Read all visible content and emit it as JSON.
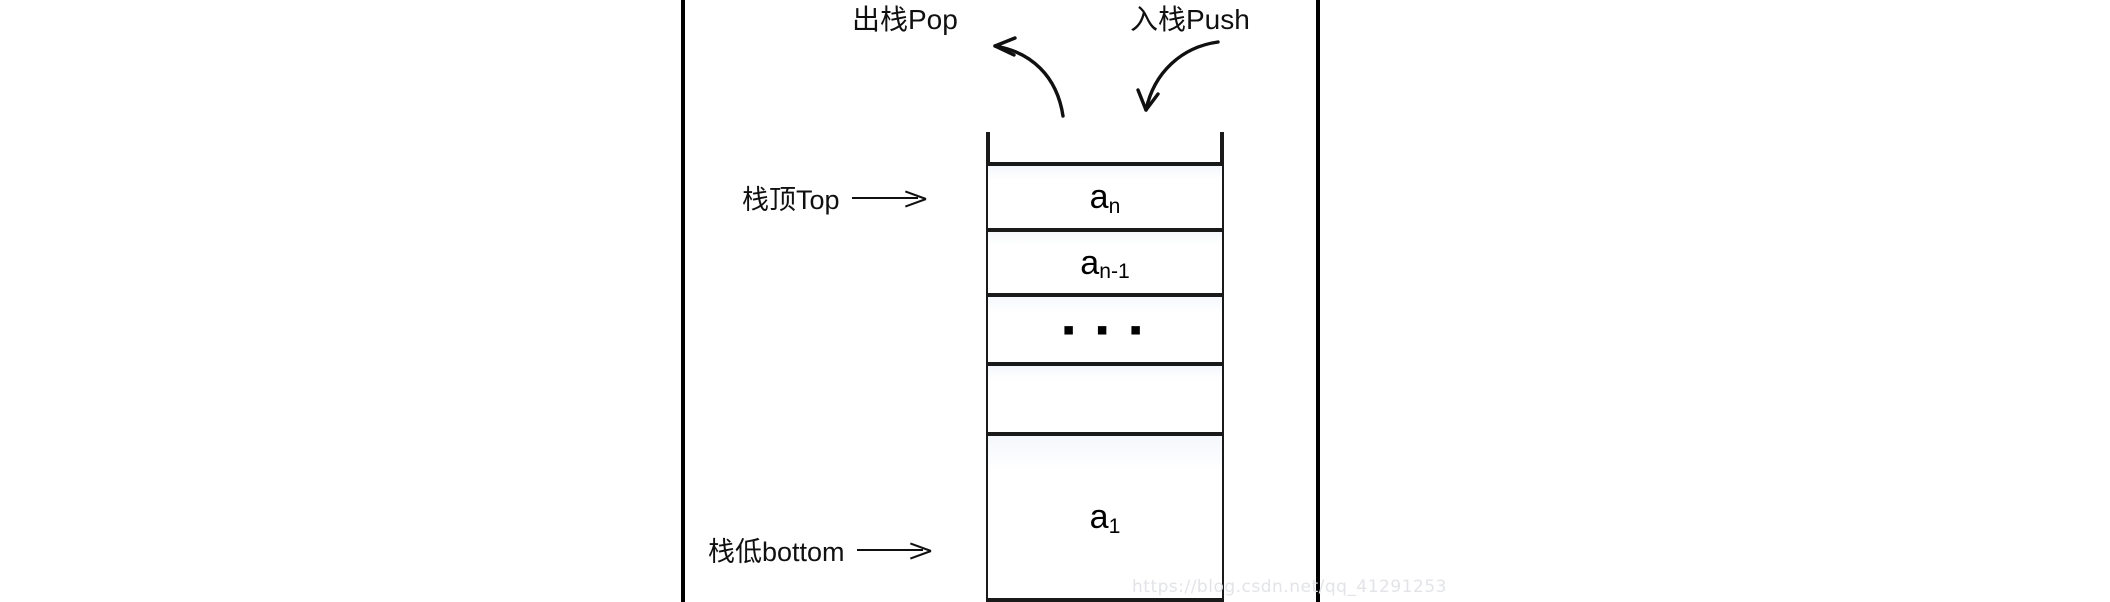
{
  "diagram": {
    "title": "Stack (栈) push/pop diagram",
    "frame_color": "#000000",
    "line_color": "#1a1a1a"
  },
  "annotations": {
    "pop": "出栈Pop",
    "push": "入栈Push",
    "top": "栈顶Top",
    "bottom": "栈低bottom"
  },
  "stack": {
    "cells": [
      {
        "base": "a",
        "sub": "n",
        "type": "item"
      },
      {
        "base": "a",
        "sub": "n-1",
        "type": "item"
      },
      {
        "base": "▪ ▪ ▪",
        "sub": "",
        "type": "ellipsis"
      },
      {
        "base": "",
        "sub": "",
        "type": "empty"
      },
      {
        "base": "a",
        "sub": "1",
        "type": "item"
      }
    ]
  },
  "watermark": {
    "text": "https://blog.csdn.net/qq_41291253",
    "color": "#e2e4e8"
  }
}
